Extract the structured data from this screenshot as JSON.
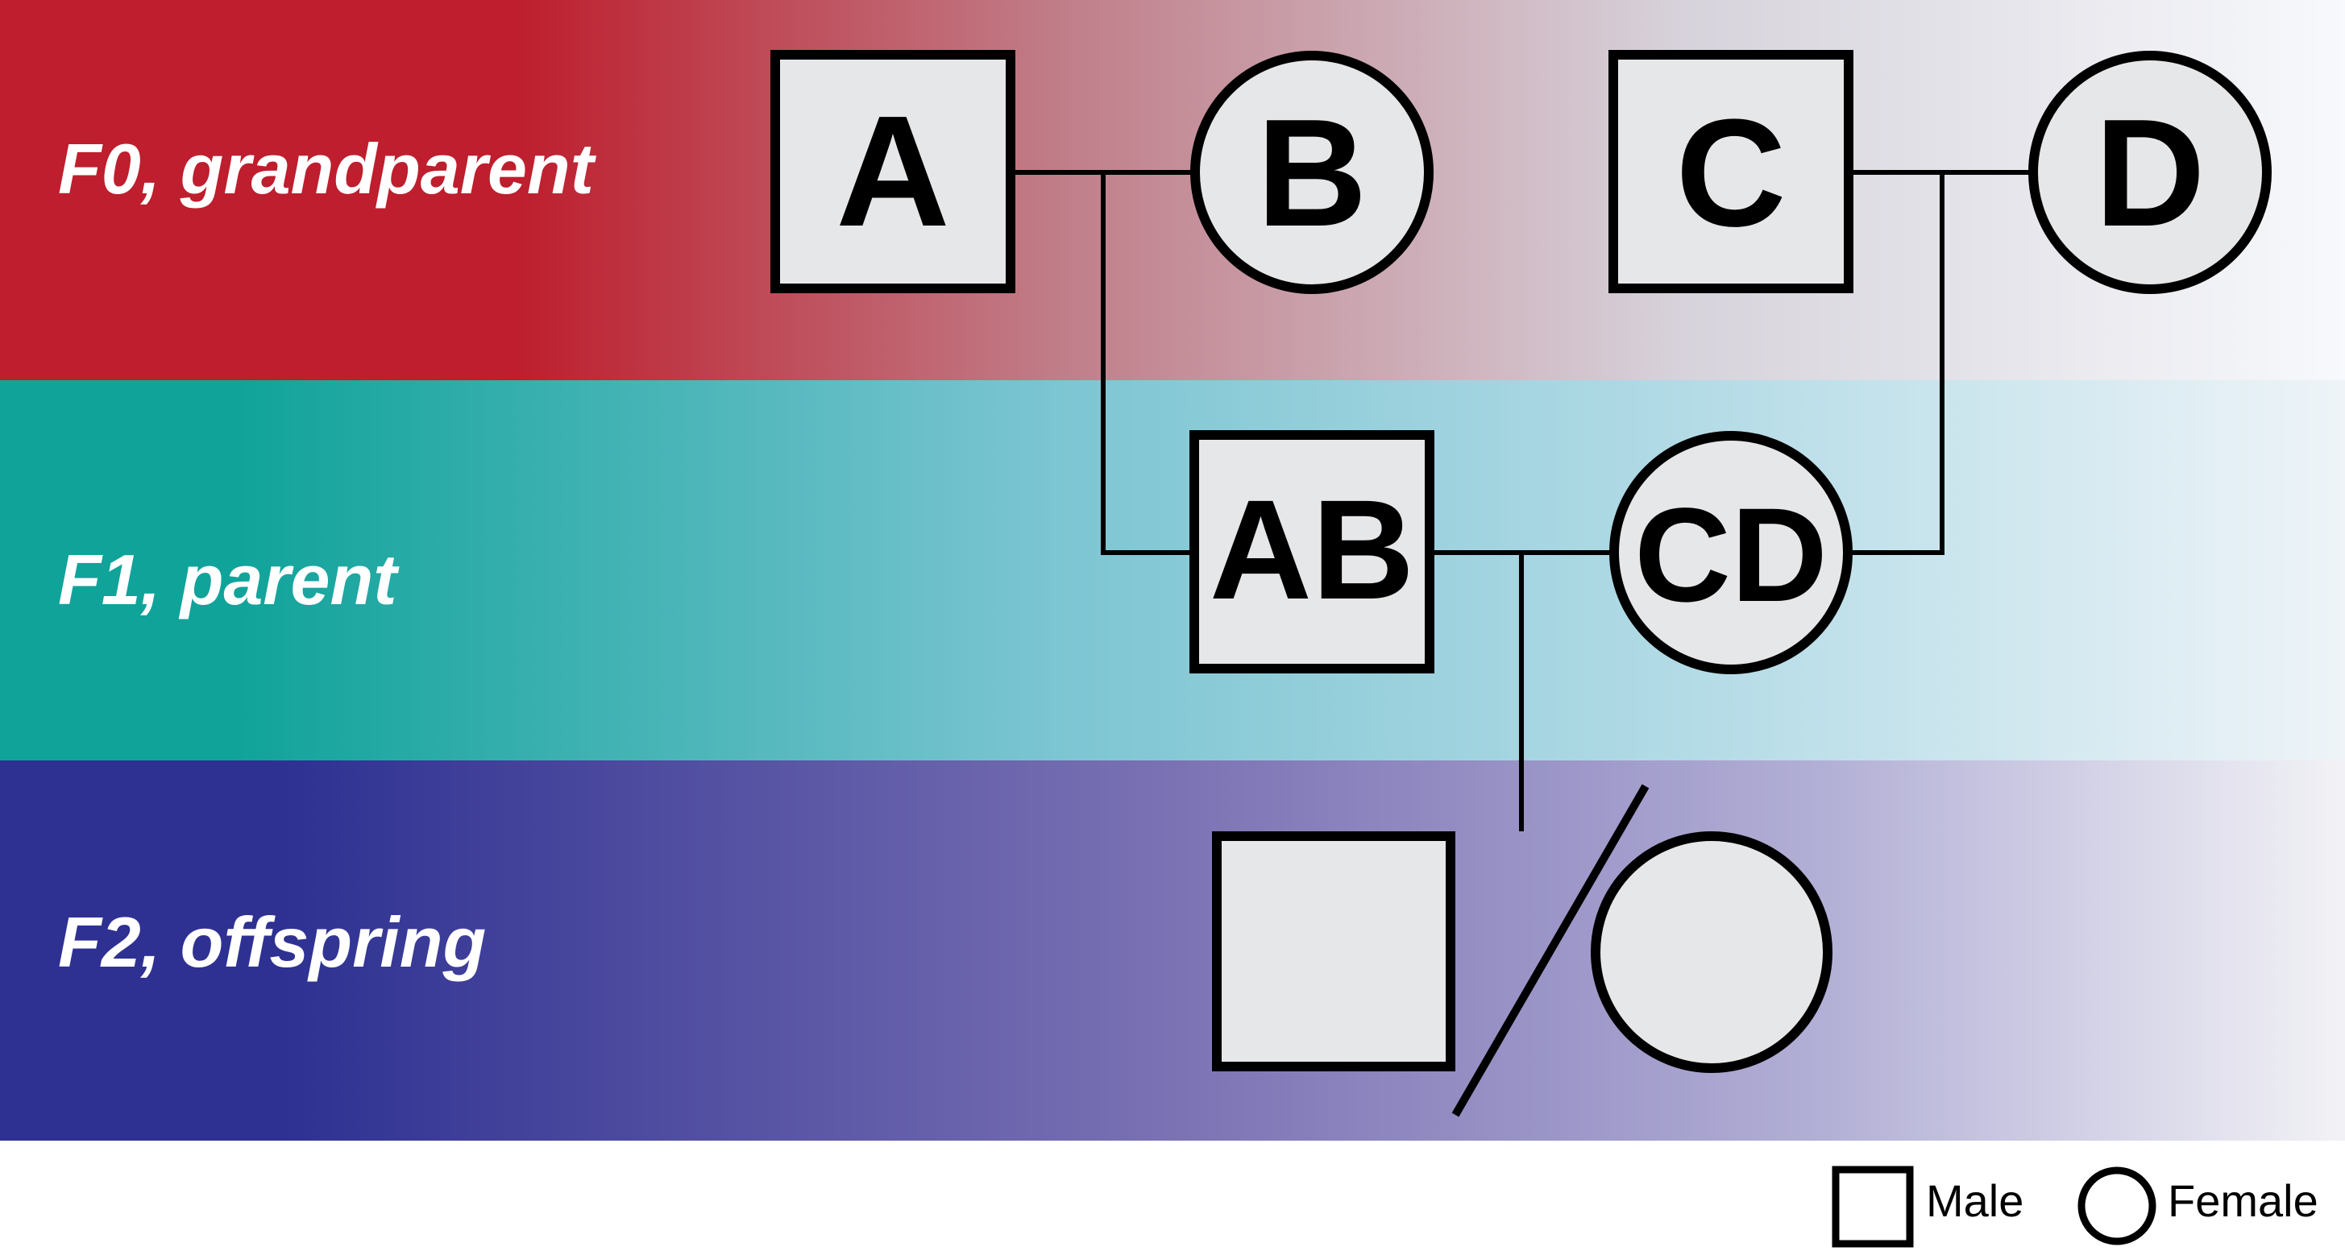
{
  "generations": [
    {
      "label": "F0, grandparent",
      "color_start": "#be1e2d",
      "color_end": "#f7f9fc"
    },
    {
      "label": "F1, parent",
      "color_start": "#10a39a",
      "color_end": "#eef4f8"
    },
    {
      "label": "F2, offspring",
      "color_start": "#2e3192",
      "color_end": "#f2f2f6"
    }
  ],
  "individuals": {
    "A": {
      "label": "A",
      "sex": "male",
      "generation": "F0"
    },
    "B": {
      "label": "B",
      "sex": "female",
      "generation": "F0"
    },
    "C": {
      "label": "C",
      "sex": "male",
      "generation": "F0"
    },
    "D": {
      "label": "D",
      "sex": "female",
      "generation": "F0"
    },
    "AB": {
      "label": "AB",
      "sex": "male",
      "generation": "F1"
    },
    "CD": {
      "label": "CD",
      "sex": "female",
      "generation": "F1"
    },
    "offspring_male": {
      "label": "",
      "sex": "male",
      "generation": "F2"
    },
    "offspring_female": {
      "label": "",
      "sex": "female",
      "generation": "F2"
    }
  },
  "matings": [
    {
      "parents": [
        "A",
        "B"
      ],
      "child": "AB"
    },
    {
      "parents": [
        "C",
        "D"
      ],
      "child": "CD"
    },
    {
      "parents": [
        "AB",
        "CD"
      ],
      "children": [
        "offspring_male",
        "offspring_female"
      ],
      "either_or": true
    }
  ],
  "legend": {
    "male_label": "Male",
    "female_label": "Female"
  }
}
